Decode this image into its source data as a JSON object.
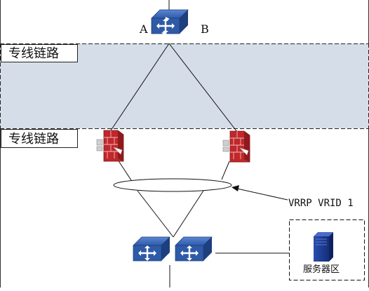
{
  "labels": {
    "node_a": "A",
    "node_b": "B",
    "band_top": "专线链路",
    "band_bottom": "专线链路",
    "vrrp": "VRRP VRID 1",
    "server_zone": "服务器区"
  },
  "colors": {
    "band_fill": "#d5dee8",
    "router_blue": "#2e5aa7",
    "router_blue_dark": "#1d3f7e",
    "firewall_red": "#c0282b",
    "server_blue": "#1f3f95"
  },
  "icons": {
    "core_switch": "router-icon",
    "firewall_left": "firewall-icon",
    "firewall_right": "firewall-icon",
    "access_switch_left": "router-icon",
    "access_switch_right": "router-icon",
    "server": "server-icon"
  }
}
